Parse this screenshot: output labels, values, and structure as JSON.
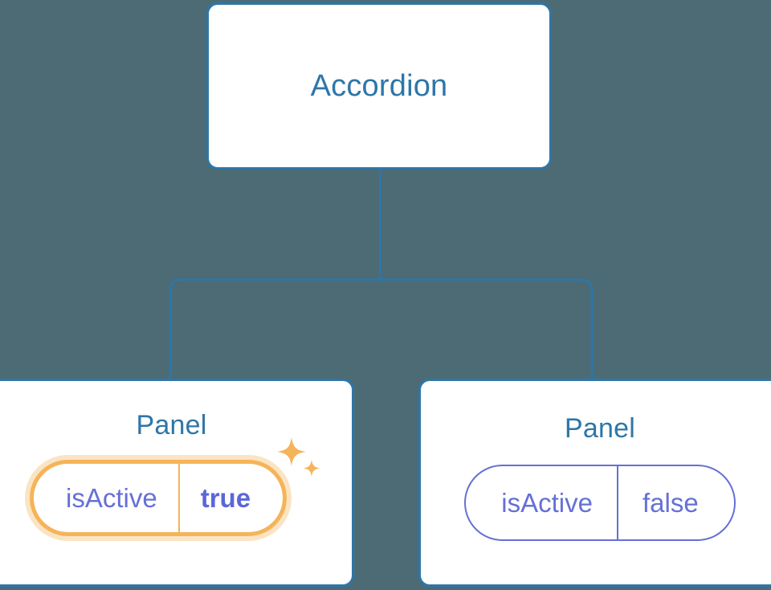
{
  "diagram": {
    "type": "component-tree",
    "background_color": "#4d6b74",
    "connector_color": "#2e76a8",
    "nodes": [
      {
        "id": "root",
        "title": "Accordion",
        "title_color": "#2e76a8",
        "border_color": "#2e76a8",
        "background_color": "#ffffff",
        "props": []
      },
      {
        "id": "panel-left",
        "title": "Panel",
        "title_color": "#2e76a8",
        "border_color": "#2e76a8",
        "background_color": "#ffffff",
        "highlighted": true,
        "highlight_color": "#f5b459",
        "props": [
          {
            "key": "isActive",
            "value": "true",
            "key_color": "#6570d6",
            "value_color": "#5b67d8",
            "emphasis": true
          }
        ]
      },
      {
        "id": "panel-right",
        "title": "Panel",
        "title_color": "#2e76a8",
        "border_color": "#2e76a8",
        "background_color": "#ffffff",
        "highlighted": false,
        "props": [
          {
            "key": "isActive",
            "value": "false",
            "key_color": "#6570d6",
            "value_color": "#6570d6",
            "emphasis": false
          }
        ]
      }
    ],
    "edges": [
      {
        "from": "root",
        "to": "panel-left"
      },
      {
        "from": "root",
        "to": "panel-right"
      }
    ],
    "decorations": [
      {
        "name": "sparkle-icon",
        "color": "#f5b459",
        "attached_to": "panel-left-prop-isActive"
      }
    ]
  }
}
